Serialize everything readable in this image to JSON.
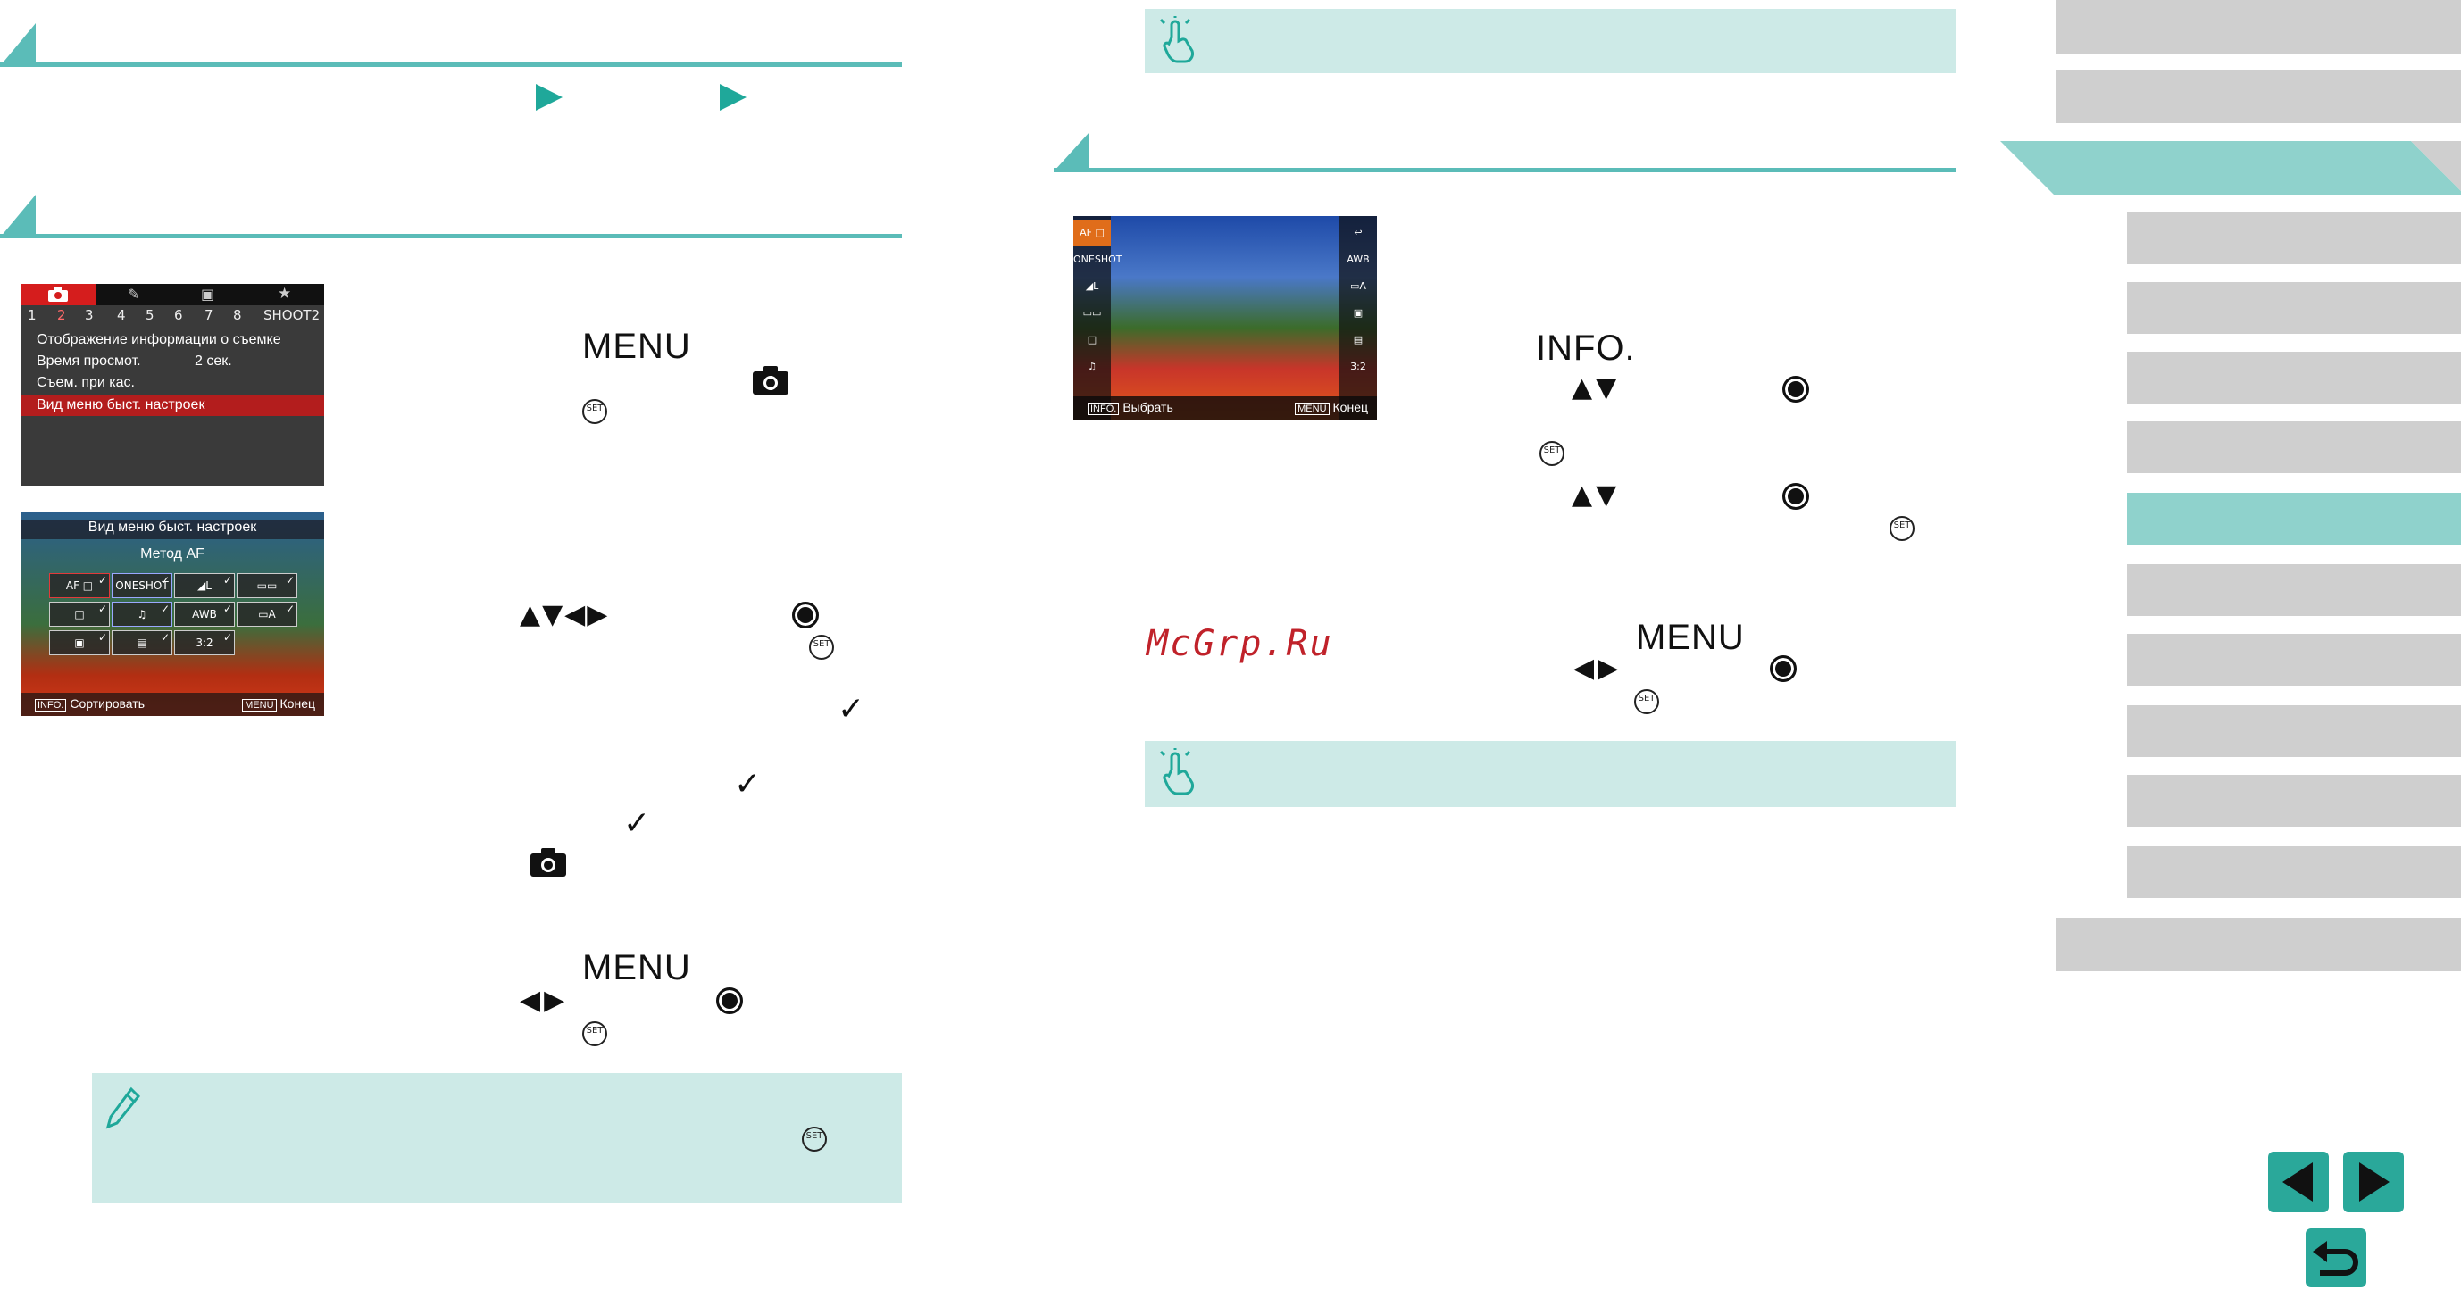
{
  "labels": {
    "menu": "MENU",
    "info": "INFO."
  },
  "icons": {
    "play_arrow": "play-triangle",
    "hand_touch": "touch-hand-icon",
    "pencil_note": "pencil-icon",
    "camera": "camera-icon",
    "set_button": "set-button-icon",
    "control_dial": "control-dial-icon",
    "checkmark": "checkmark-icon",
    "nav_prev": "prev-page",
    "nav_next": "next-page",
    "nav_back": "return"
  },
  "glyphs": {
    "set": "SET",
    "check": "✓",
    "updown": "▲▼",
    "leftright": "◀▶",
    "fourway": "▲▼◀▶"
  },
  "screen_menu": {
    "tab_numbers": [
      "1",
      "2",
      "3",
      "4",
      "5",
      "6",
      "7",
      "8",
      "SHOOT2"
    ],
    "rows": [
      "Отображение информации о съемке",
      "Время просмот.",
      "Съем. при кас.",
      "Вид меню быст. настроек"
    ],
    "review_value": "2 сек."
  },
  "screen_quick": {
    "title": "Вид меню быст. настроек",
    "subtitle": "Метод AF",
    "cells": [
      "AF □",
      "ONESHOT",
      "◢L",
      "▭▭",
      "□",
      "♫",
      "AWB",
      "▭A",
      "▣",
      "▤",
      "3:2"
    ],
    "footer_left_tag": "INFO.",
    "footer_left": "Сортировать",
    "footer_right_tag": "MENU",
    "footer_right": "Конец"
  },
  "screen_live": {
    "left_items": [
      "AF □",
      "ONESHOT",
      "◢L",
      "▭▭",
      "□",
      "♫"
    ],
    "right_items": [
      "↩",
      "AWB",
      "▭A",
      "▣",
      "▤",
      "3:2"
    ],
    "footer_left_tag": "INFO.",
    "footer_left": "Выбрать",
    "footer_right_tag": "MENU",
    "footer_right": "Конец"
  },
  "watermark": "McGrp.Ru",
  "colors": {
    "teal_line": "#5bbcb8",
    "callout_bg": "#cdeae7",
    "nav_gray": "#cfcfcf",
    "nav_active": "#8fd2cc",
    "red_accent": "#d51d1d",
    "watermark": "#c0222a"
  }
}
